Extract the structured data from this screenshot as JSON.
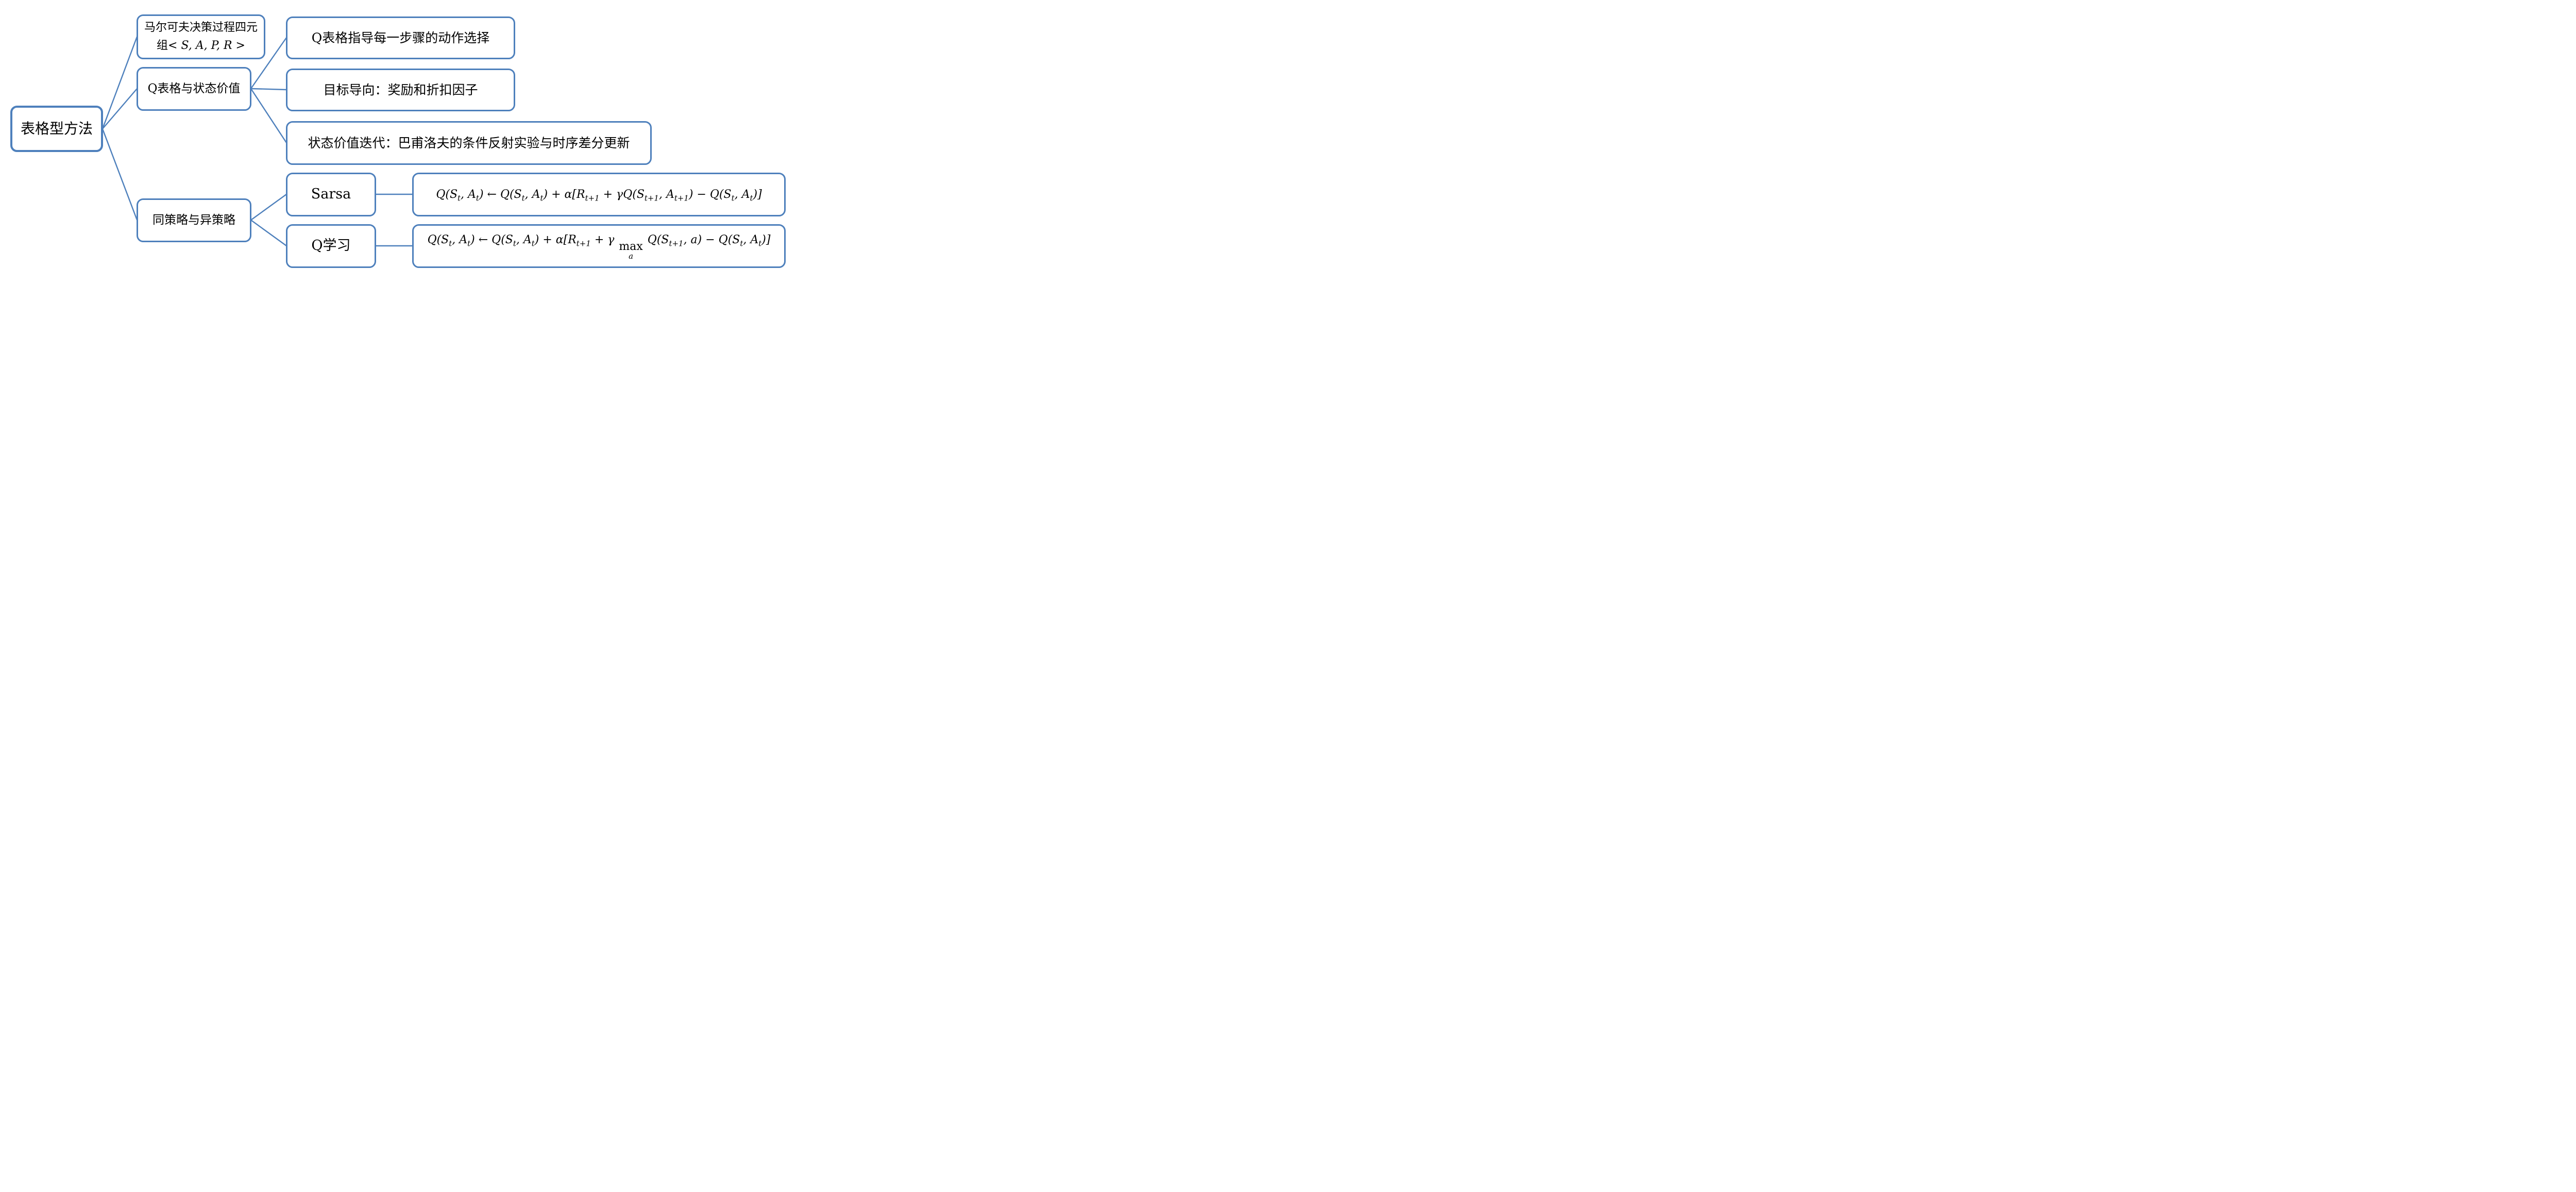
{
  "colors": {
    "accent": "#4e80bc",
    "text": "#000000",
    "background": "#ffffff"
  },
  "root": {
    "label": "表格型方法"
  },
  "branches": {
    "mdp": {
      "label": "马尔可夫决策过程四元组",
      "tuple": "< S, A, P, R >"
    },
    "qtable": {
      "label": "Q表格与状态价值"
    },
    "policy": {
      "label": "同策略与异策略"
    }
  },
  "qtable_children": {
    "action_select": {
      "label": "Q表格指导每一步骤的动作选择"
    },
    "goal_oriented": {
      "label": "目标导向：奖励和折扣因子"
    },
    "value_iteration": {
      "label": "状态价值迭代：巴甫洛夫的条件反射实验与时序差分更新"
    }
  },
  "policy_children": {
    "sarsa": {
      "label": "Sarsa",
      "formula": "Q(S_(t), A_(t)) ← Q(S_(t), A_(t)) + α[R_(t+1) + γQ(S_(t+1), A_(t+1)) − Q(S_(t), A_(t))]"
    },
    "qlearning": {
      "label": "Q学习",
      "formula": "Q(S_(t), A_(t)) ← Q(S_(t), A_(t)) + α[R_(t+1) + γ {max|a} Q(S_(t+1), a) − Q(S_(t), A_(t))]"
    }
  }
}
